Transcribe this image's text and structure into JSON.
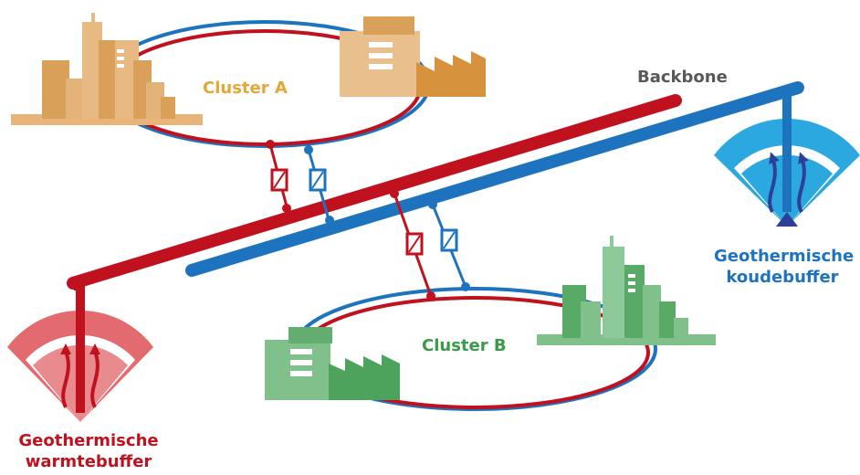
{
  "labels": {
    "cluster_a": "Cluster A",
    "cluster_b": "Cluster B",
    "backbone": "Backbone",
    "cold_buffer": [
      "Geothermische",
      "koudebuffer"
    ],
    "warm_buffer": [
      "Geothermische",
      "warmtebuffer"
    ]
  },
  "colors": {
    "hot": "#c0111f",
    "cold": "#1e73be",
    "backbone_label": "#595959",
    "cluster_a": "#e3a73a",
    "cluster_b": "#3a9a4a",
    "warm_fan": "#e05a5f",
    "cold_fan": "#2aa8df",
    "arrows_cold": "#2e3f96",
    "arrows_warm": "#c0111f"
  },
  "icons": [
    "building-icon",
    "factory-icon",
    "heat-exchanger-icon",
    "geothermal-buffer-icon"
  ]
}
